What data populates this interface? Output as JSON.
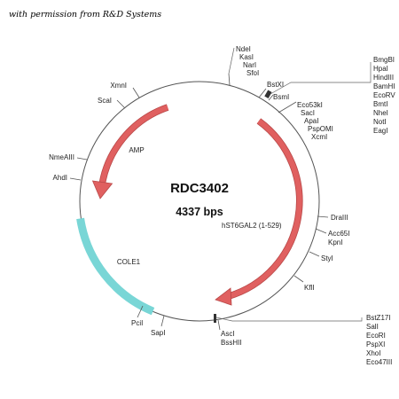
{
  "credit": "with permission from R&D Systems",
  "plasmid": {
    "name": "RDC3402",
    "size": "4337 bps"
  },
  "features": {
    "amp": {
      "label": "AMP",
      "color": "#e06060"
    },
    "cole1": {
      "label": "COLE1",
      "color": "#79d6d6"
    },
    "insert": {
      "label": "hST6GAL2 (1-529)",
      "color": "#e06060"
    }
  },
  "sites": {
    "ndei": "NdeI",
    "kasi": "KasI",
    "nari": "NarI",
    "sfoi": "SfoI",
    "bstxi": "BstXI",
    "bsmi": "BsmI",
    "bmgbi": "BmgBI",
    "hpai": "HpaI",
    "hindiii": "HindIII",
    "bamhi": "BamHI",
    "ecorv": "EcoRV",
    "bmti": "BmtI",
    "nhei": "NheI",
    "noti": "NotI",
    "eagi": "EagI",
    "eco53ki": "Eco53kI",
    "saci": "SacI",
    "apai": "ApaI",
    "pspomi": "PspOMI",
    "xcmi": "XcmI",
    "draiii": "DraIII",
    "acc65i": "Acc65I",
    "kpni": "KpnI",
    "styi": "StyI",
    "kfli": "KflI",
    "asci": "AscI",
    "bsshii": "BssHII",
    "bstz17i": "BstZ17I",
    "sali": "SalI",
    "ecori": "EcoRI",
    "pspxi": "PspXI",
    "xhoi": "XhoI",
    "eco47iii": "Eco47III",
    "sapi": "SapI",
    "pcii": "PciI",
    "ahdi": "AhdI",
    "nmeaiii": "NmeAIII",
    "scai": "ScaI",
    "xmni": "XmnI"
  }
}
